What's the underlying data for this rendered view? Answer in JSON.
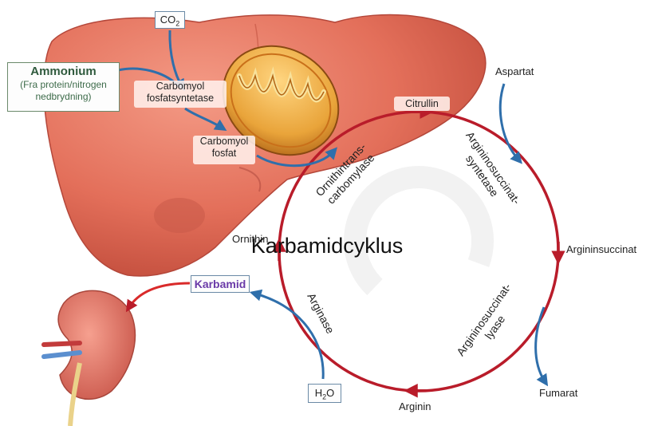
{
  "title": "Karbamidcyklus",
  "inputs": {
    "co2": {
      "main": "CO",
      "sub": "2"
    },
    "h2o": {
      "main": "H",
      "sub": "2",
      "tail": "O"
    },
    "ammonium": {
      "title": "Ammonium",
      "note1": "(Fra protein/nitrogen",
      "note2": "nedbrydning)"
    }
  },
  "enzymes": {
    "carbomyol_fosfatsyntetase": [
      "Carbomyol",
      "fosfatsyntetase"
    ],
    "ornithintranscarbomylase": [
      "Ornithintrans-",
      "carbomylase"
    ],
    "argininosuccinatsyntetase": [
      "Argininosuccinat-",
      "syntetase"
    ],
    "argininosuccinatlyase": [
      "Argininosuccinat-",
      "lyase"
    ],
    "arginase": "Arginase"
  },
  "metabolites": {
    "carbomyol_fosfat": [
      "Carbomyol",
      "fosfat"
    ],
    "citrullin": "Citrullin",
    "aspartat": "Aspartat",
    "argininsuccinat": "Argininsuccinat",
    "fumarat": "Fumarat",
    "arginin": "Arginin",
    "ornithin": "Ornithin",
    "karbamid": "Karbamid"
  },
  "colors": {
    "cycle_red": "#b91c2a",
    "flow_blue": "#2f6fab",
    "liver": "#e8705c",
    "mitochondria": "#e7a33a",
    "kidney": "#e67a6a",
    "ammonium_text": "#2f5a3d",
    "karbamid_text": "#6a3aa8"
  }
}
